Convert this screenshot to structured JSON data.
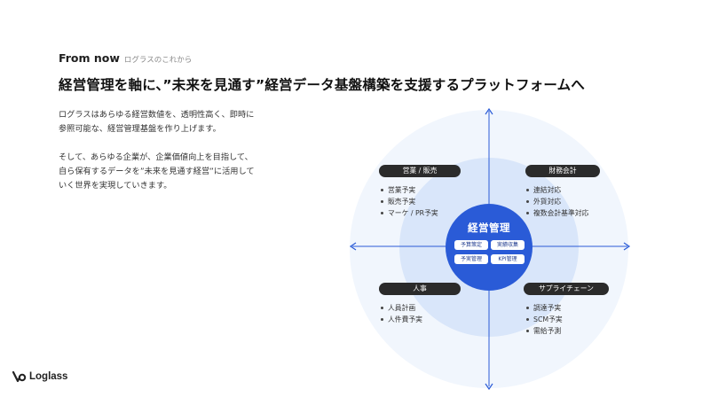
{
  "header": {
    "eyebrow": "From now",
    "eyebrow_sub": "ログラスのこれから",
    "title": "経営管理を軸に、”未来を見通す”経営データ基盤構築を支援するプラットフォームへ"
  },
  "body": {
    "paragraph1": "ログラスはあらゆる経営数値を、透明性高く、即時に\n参照可能な、経営管理基盤を作り上げます。",
    "paragraph2": "そして、あらゆる企業が、企業価値向上を目指して、\n自ら保有するデータを”未来を見通す経営”に活用して\nいく世界を実現していきます。"
  },
  "diagram": {
    "center": {
      "title": "経営管理",
      "chips": [
        "予算策定",
        "実績収集",
        "予実管理",
        "KPI管理"
      ]
    },
    "quadrants": {
      "top_left": {
        "label": "営業 / 販売",
        "items": [
          "営業予実",
          "販売予実",
          "マーケ / PR予実"
        ]
      },
      "top_right": {
        "label": "財務会計",
        "items": [
          "連結対応",
          "外貨対応",
          "複数会計基準対応"
        ]
      },
      "bottom_left": {
        "label": "人事",
        "items": [
          "人員計画",
          "人件費予実"
        ]
      },
      "bottom_right": {
        "label": "サプライチェーン",
        "items": [
          "調達予実",
          "SCM予実",
          "需給予測"
        ]
      }
    },
    "colors": {
      "outer_ring": "#f1f6fd",
      "middle_ring": "#d9e6fa",
      "core": "#2a5bd7",
      "axis": "#2a5bd7",
      "pill": "#2b2b2b"
    }
  },
  "footer": {
    "logo_text": "Loglass",
    "logo_icon": "loglass-mark-icon"
  }
}
